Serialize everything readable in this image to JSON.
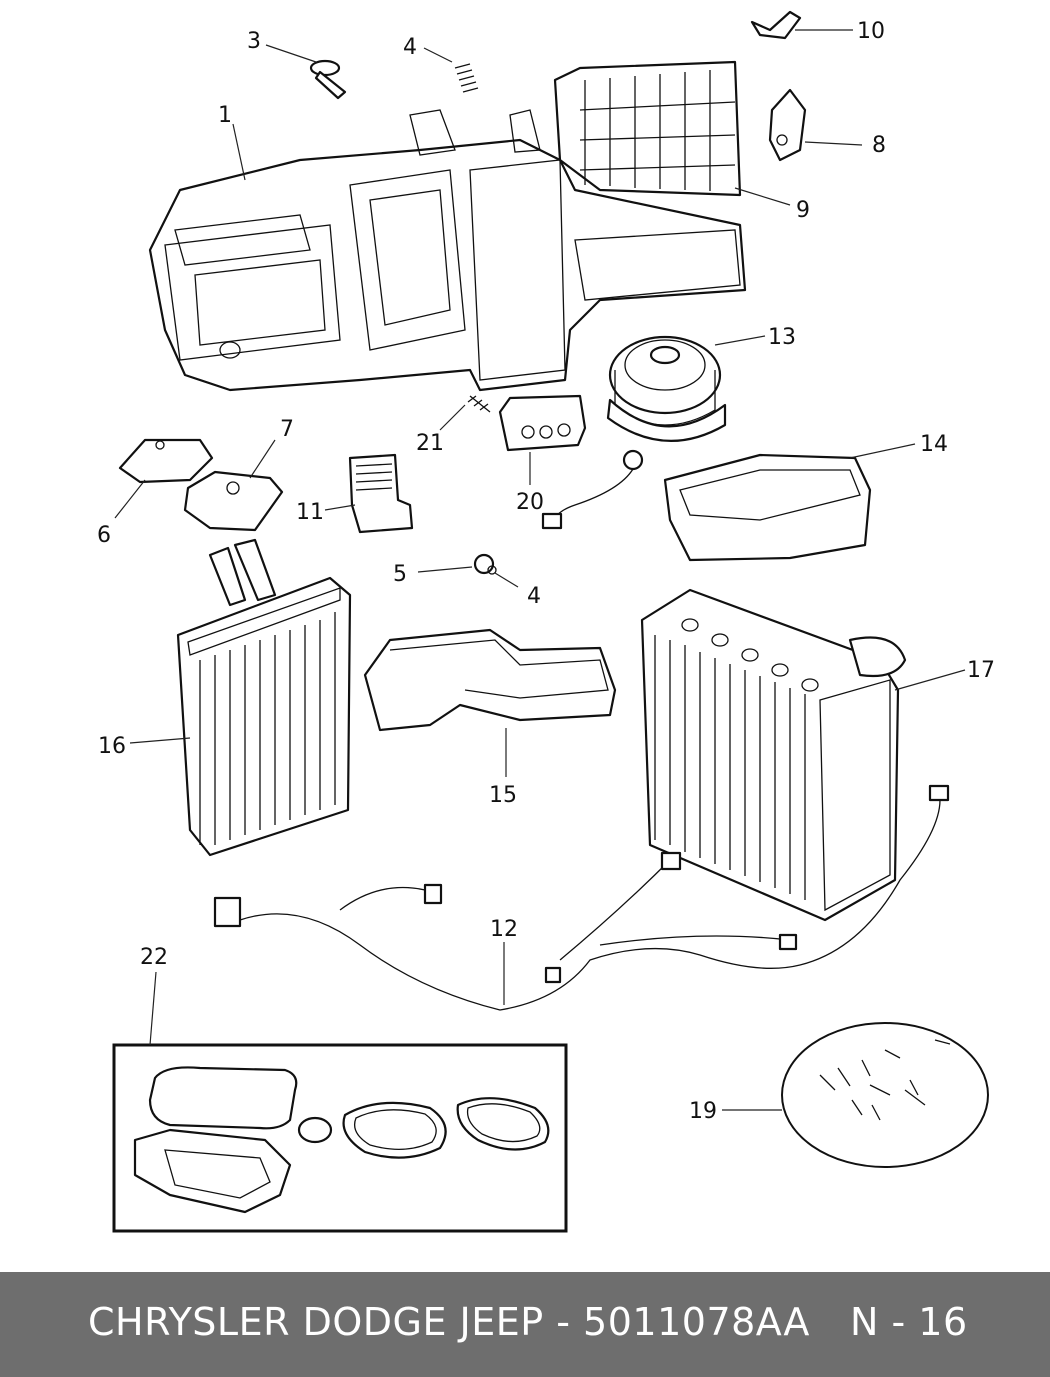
{
  "callouts": [
    {
      "id": "c1",
      "label": "1"
    },
    {
      "id": "c3",
      "label": "3"
    },
    {
      "id": "c4a",
      "label": "4"
    },
    {
      "id": "c4b",
      "label": "4"
    },
    {
      "id": "c5",
      "label": "5"
    },
    {
      "id": "c6",
      "label": "6"
    },
    {
      "id": "c7",
      "label": "7"
    },
    {
      "id": "c8",
      "label": "8"
    },
    {
      "id": "c9",
      "label": "9"
    },
    {
      "id": "c10",
      "label": "10"
    },
    {
      "id": "c11",
      "label": "11"
    },
    {
      "id": "c12",
      "label": "12"
    },
    {
      "id": "c13",
      "label": "13"
    },
    {
      "id": "c14",
      "label": "14"
    },
    {
      "id": "c15",
      "label": "15"
    },
    {
      "id": "c16",
      "label": "16"
    },
    {
      "id": "c17",
      "label": "17"
    },
    {
      "id": "c19",
      "label": "19"
    },
    {
      "id": "c20",
      "label": "20"
    },
    {
      "id": "c21",
      "label": "21"
    },
    {
      "id": "c22",
      "label": "22"
    }
  ],
  "footer": {
    "brand_part": "CHRYSLER DODGE JEEP - 5011078AA",
    "page_ref": "N - 16"
  }
}
